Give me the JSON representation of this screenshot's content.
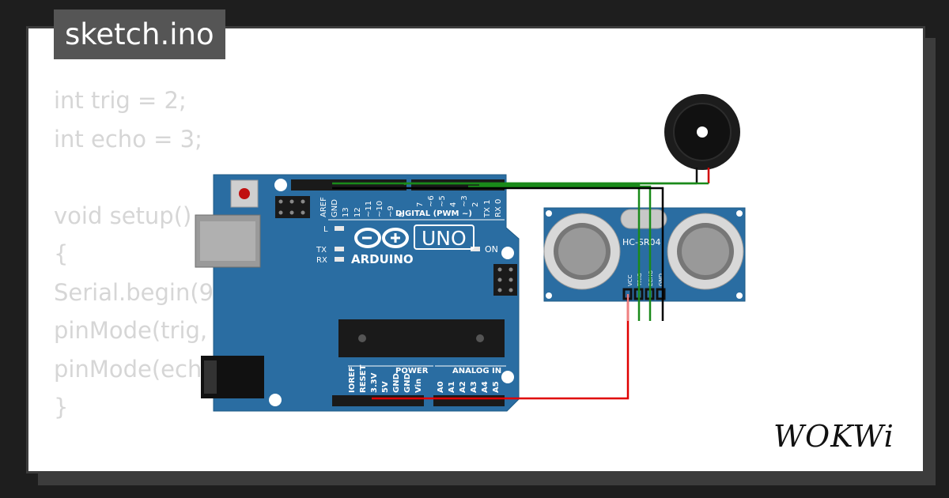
{
  "file": {
    "name": "sketch.ino"
  },
  "code": {
    "lines": [
      "int trig = 2;",
      "int echo = 3;",
      "",
      "void setup()",
      "{",
      "Serial.begin(9",
      "pinMode(trig,",
      "pinMode(ech",
      "}"
    ]
  },
  "arduino": {
    "brand": "ARDUINO",
    "model": "UNO",
    "digital_header": "DIGITAL (PWM ~)",
    "power_header": "POWER",
    "analog_header": "ANALOG IN",
    "led_l": "L",
    "led_tx": "TX",
    "led_rx": "RX",
    "led_on": "ON",
    "digital_pins": [
      "AREF",
      "GND",
      "13",
      "12",
      "~11",
      "~10",
      "~9",
      "8",
      "7",
      "~6",
      "~5",
      "4",
      "~3",
      "2",
      "TX 1",
      "RX 0"
    ],
    "power_pins": [
      "IOREF",
      "RESET",
      "3.3V",
      "5V",
      "GND",
      "GND",
      "Vin"
    ],
    "analog_pins": [
      "A0",
      "A1",
      "A2",
      "A3",
      "A4",
      "A5"
    ]
  },
  "sensor": {
    "model": "HC-SR04",
    "pins": [
      "VCC",
      "TRIG",
      "ECHO",
      "GND"
    ]
  },
  "brand": {
    "logo": "WOKWi"
  },
  "colors": {
    "board": "#2a6da2",
    "wire_green": "#1a8a1a",
    "wire_red": "#e00000",
    "wire_black": "#000000",
    "code_text": "#d6d6d6"
  }
}
